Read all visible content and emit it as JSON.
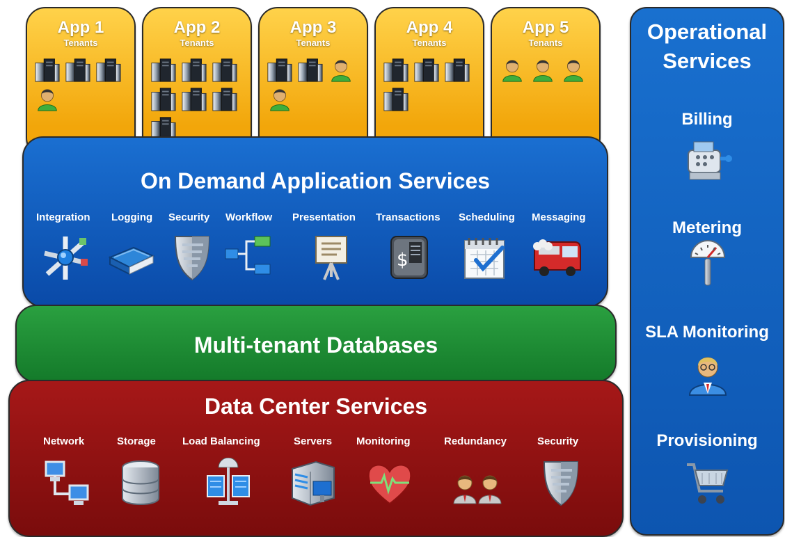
{
  "apps": [
    {
      "title": "App 1",
      "subtitle": "Tenants",
      "icons": [
        "server",
        "server",
        "server",
        "person"
      ]
    },
    {
      "title": "App 2",
      "subtitle": "Tenants",
      "icons": [
        "server",
        "server",
        "server",
        "server",
        "server",
        "server",
        "server"
      ]
    },
    {
      "title": "App 3",
      "subtitle": "Tenants",
      "icons": [
        "server",
        "server",
        "person",
        "person"
      ]
    },
    {
      "title": "App 4",
      "subtitle": "Tenants",
      "icons": [
        "server",
        "server",
        "server",
        "server"
      ]
    },
    {
      "title": "App 5",
      "subtitle": "Tenants",
      "icons": [
        "person",
        "person",
        "person"
      ]
    }
  ],
  "application_services": {
    "title": "On Demand Application Services",
    "items": [
      {
        "label": "Integration",
        "icon": "hub-icon"
      },
      {
        "label": "Logging",
        "icon": "book-icon"
      },
      {
        "label": "Security",
        "icon": "shield-icon"
      },
      {
        "label": "Workflow",
        "icon": "flow-icon"
      },
      {
        "label": "Presentation",
        "icon": "easel-icon"
      },
      {
        "label": "Transactions",
        "icon": "safe-icon"
      },
      {
        "label": "Scheduling",
        "icon": "calendar-icon"
      },
      {
        "label": "Messaging",
        "icon": "bus-icon"
      }
    ]
  },
  "databases": {
    "title": "Multi-tenant Databases"
  },
  "data_center": {
    "title": "Data Center Services",
    "items": [
      {
        "label": "Network",
        "icon": "network-icon"
      },
      {
        "label": "Storage",
        "icon": "database-icon"
      },
      {
        "label": "Load Balancing",
        "icon": "balancer-icon"
      },
      {
        "label": "Servers",
        "icon": "server-icon"
      },
      {
        "label": "Monitoring",
        "icon": "heart-monitor-icon"
      },
      {
        "label": "Redundancy",
        "icon": "people-icon"
      },
      {
        "label": "Security",
        "icon": "shield-icon"
      }
    ]
  },
  "operational": {
    "title_line1": "Operational",
    "title_line2": "Services",
    "items": [
      {
        "label": "Billing",
        "icon": "cash-register-icon"
      },
      {
        "label": "Metering",
        "icon": "meter-icon"
      },
      {
        "label": "SLA Monitoring",
        "icon": "user-icon"
      },
      {
        "label": "Provisioning",
        "icon": "cart-icon"
      }
    ]
  },
  "colors": {
    "app": "#f5b01c",
    "app_services": "#0f5cbb",
    "databases": "#1f8c35",
    "data_center": "#8a1212",
    "operational": "#1266c4"
  }
}
